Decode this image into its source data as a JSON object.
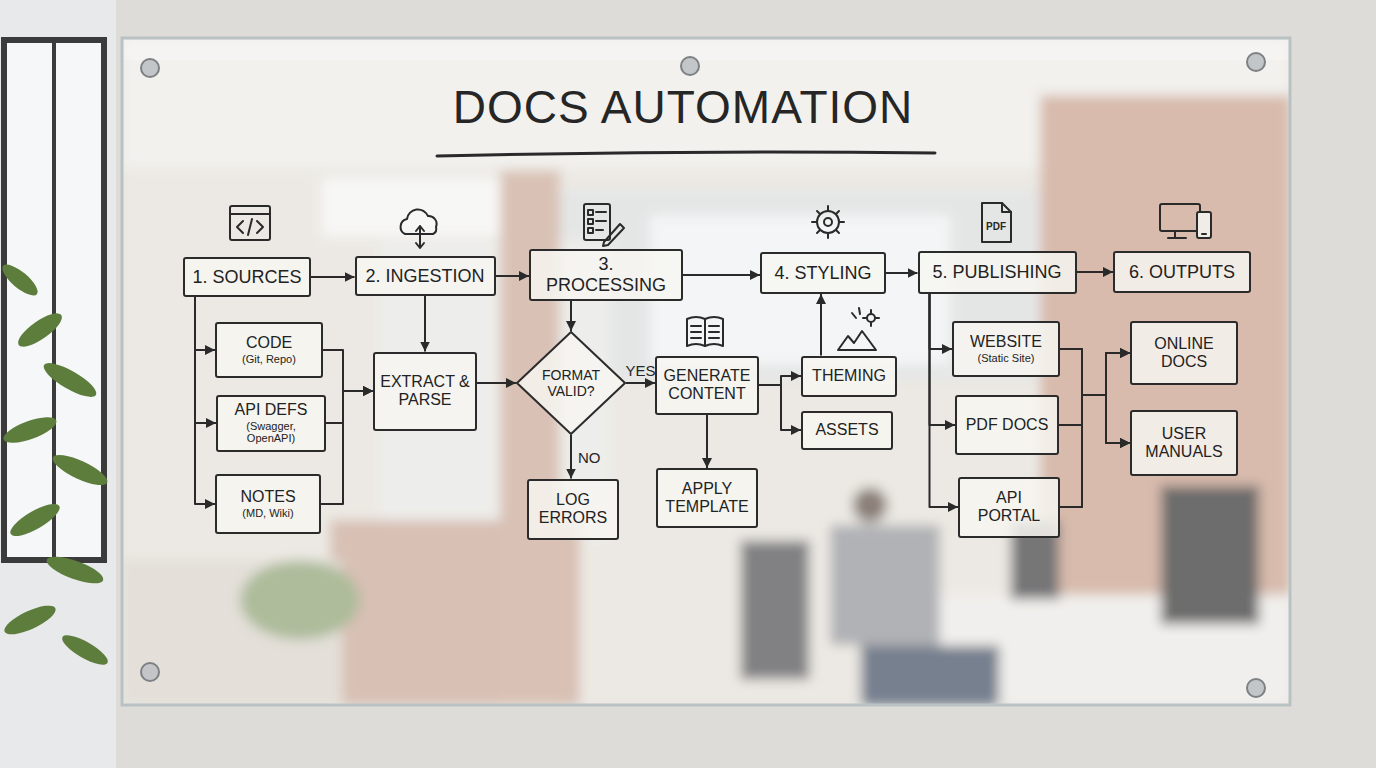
{
  "diagram": {
    "title": "DOCS AUTOMATION",
    "nodes": [
      {
        "text": [
          "1. SOURCES"
        ]
      },
      {
        "text": [
          "2. INGESTION"
        ]
      },
      {
        "text": [
          "3. PROCESSING"
        ]
      },
      {
        "text": [
          "4. STYLING"
        ]
      },
      {
        "text": [
          "5. PUBLISHING"
        ]
      },
      {
        "text": [
          "6. OUTPUTS"
        ]
      },
      {
        "text": [
          "CODE",
          "(Git, Repo)"
        ]
      },
      {
        "text": [
          "API DEFS",
          "(Swagger, OpenAPI)"
        ]
      },
      {
        "text": [
          "NOTES",
          "(MD, Wiki)"
        ]
      },
      {
        "text": [
          "EXTRACT & PARSE"
        ]
      },
      {
        "text": [
          "FORMAT VALID?"
        ]
      },
      {
        "text": [
          "GENERATE CONTENT"
        ]
      },
      {
        "text": [
          "LOG ERRORS"
        ]
      },
      {
        "text": [
          "APPLY TEMPLATE"
        ]
      },
      {
        "text": [
          "THEMING"
        ]
      },
      {
        "text": [
          "ASSETS"
        ]
      },
      {
        "text": [
          "WEBSITE",
          "(Static Site)"
        ]
      },
      {
        "text": [
          "PDF DOCS"
        ]
      },
      {
        "text": [
          "API PORTAL"
        ]
      },
      {
        "text": [
          "ONLINE DOCS"
        ]
      },
      {
        "text": [
          "USER MANUALS"
        ]
      }
    ],
    "edges": [
      {
        "from": 0,
        "to": 1,
        "arrow": "to"
      },
      {
        "from": 1,
        "to": 2,
        "arrow": "to"
      },
      {
        "from": 2,
        "to": 3,
        "arrow": "to"
      },
      {
        "from": 3,
        "to": 4,
        "arrow": "to"
      },
      {
        "from": 4,
        "to": 5,
        "arrow": "to"
      },
      {
        "from": 0,
        "to": 6,
        "arrow": "to"
      },
      {
        "from": 0,
        "to": 7,
        "arrow": "to"
      },
      {
        "from": 0,
        "to": 8,
        "arrow": "to"
      },
      {
        "from": 6,
        "to": 9,
        "arrow": "to"
      },
      {
        "from": 7,
        "to": 9,
        "arrow": "to"
      },
      {
        "from": 8,
        "to": 9,
        "arrow": "to"
      },
      {
        "from": 1,
        "to": 9,
        "arrow": "to"
      },
      {
        "from": 9,
        "to": 10,
        "arrow": "to"
      },
      {
        "from": 2,
        "to": 10,
        "arrow": "to"
      },
      {
        "from": 10,
        "to": 11,
        "label": "YES",
        "arrow": "to"
      },
      {
        "from": 10,
        "to": 12,
        "label": "NO",
        "arrow": "to"
      },
      {
        "from": 11,
        "to": 13,
        "arrow": "to"
      },
      {
        "from": 11,
        "to": 14,
        "arrow": "to"
      },
      {
        "from": 11,
        "to": 15,
        "arrow": "to"
      },
      {
        "from": 14,
        "to": 3,
        "arrow": "to"
      },
      {
        "from": 4,
        "to": 16,
        "arrow": "to"
      },
      {
        "from": 4,
        "to": 17,
        "arrow": "to"
      },
      {
        "from": 4,
        "to": 18,
        "arrow": "to"
      },
      {
        "from": 16,
        "to": 19,
        "arrow": "to"
      },
      {
        "from": 16,
        "to": 20,
        "arrow": "to"
      },
      {
        "from": 17,
        "to": 19,
        "arrow": "to"
      },
      {
        "from": 17,
        "to": 20,
        "arrow": "to"
      },
      {
        "from": 18,
        "to": 19,
        "arrow": "to"
      },
      {
        "from": 18,
        "to": 20,
        "arrow": "to"
      }
    ],
    "labels": [
      "PDF"
    ]
  }
}
